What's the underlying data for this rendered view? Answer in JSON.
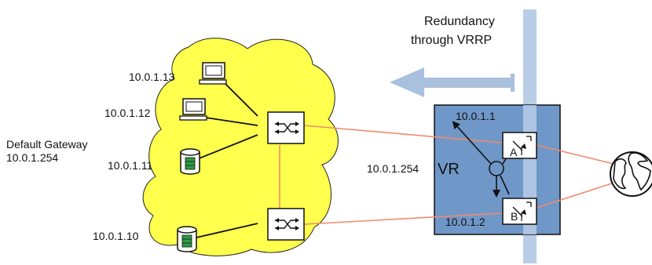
{
  "title": {
    "line1": "Redundancy",
    "line2": "through VRRP"
  },
  "labels": {
    "gateway_title": "Default Gateway",
    "gateway_ip": "10.0.1.254",
    "host_13": "10.0.1.13",
    "host_12": "10.0.1.12",
    "host_11": "10.0.1.11",
    "host_10": "10.0.1.10",
    "vr_ip": "10.0.1.254",
    "router_a_ip": "10.0.1.1",
    "router_b_ip": "10.0.1.2"
  },
  "virtual_router": {
    "label": "VR",
    "router_a": "A",
    "router_b": "B"
  },
  "colors": {
    "cloud": "#ffff4d",
    "vr_box": "#6f97c8",
    "link": "#f08a6e",
    "redundancy_bar": "#b9cde6",
    "arrow": "#a9c0de",
    "storage": "#2e9a46"
  },
  "icons": [
    "desktop-computer-icon",
    "storage-icon",
    "switch-icon",
    "router-icon",
    "internet-globe-icon"
  ]
}
